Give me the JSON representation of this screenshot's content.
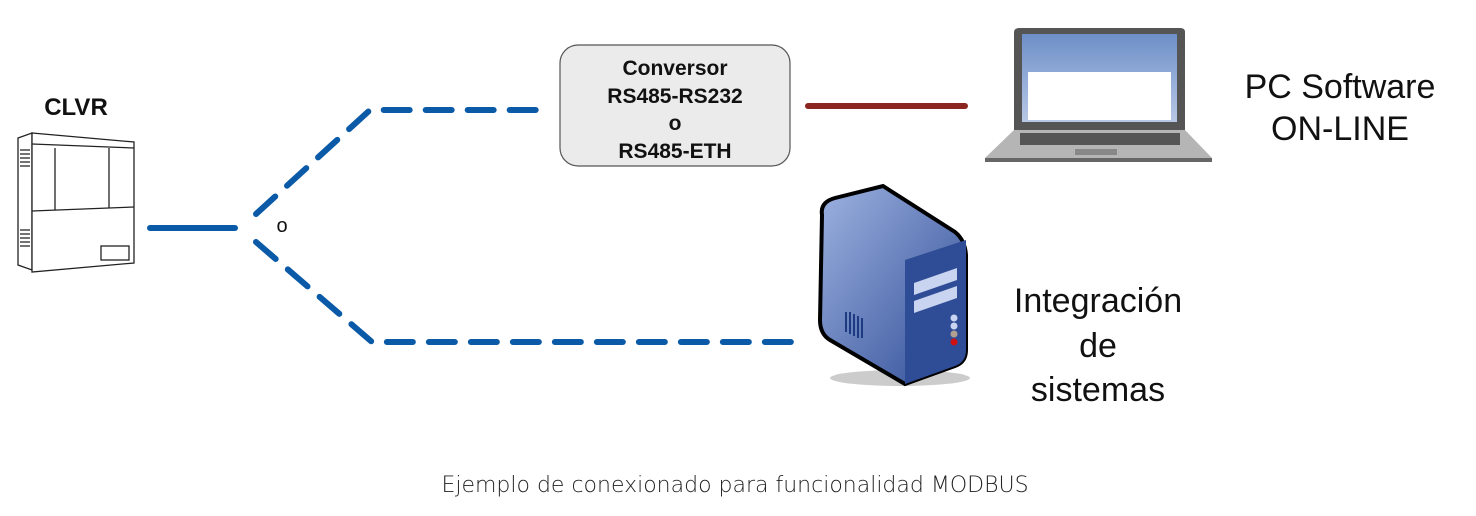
{
  "device": {
    "label": "CLVR"
  },
  "separator": {
    "label": "o"
  },
  "converter": {
    "lines": [
      "Conversor",
      "RS485-RS232",
      "o",
      "RS485-ETH"
    ]
  },
  "pc": {
    "lines": [
      "PC Software",
      "ON-LINE"
    ]
  },
  "integration": {
    "lines": [
      "Integración",
      "de",
      "sistemas"
    ]
  },
  "caption": "Ejemplo de conexionado para funcionalidad MODBUS",
  "colors": {
    "rs485": "#0a5aa8",
    "link": "#8b2520",
    "server": "#3b5aa6"
  }
}
